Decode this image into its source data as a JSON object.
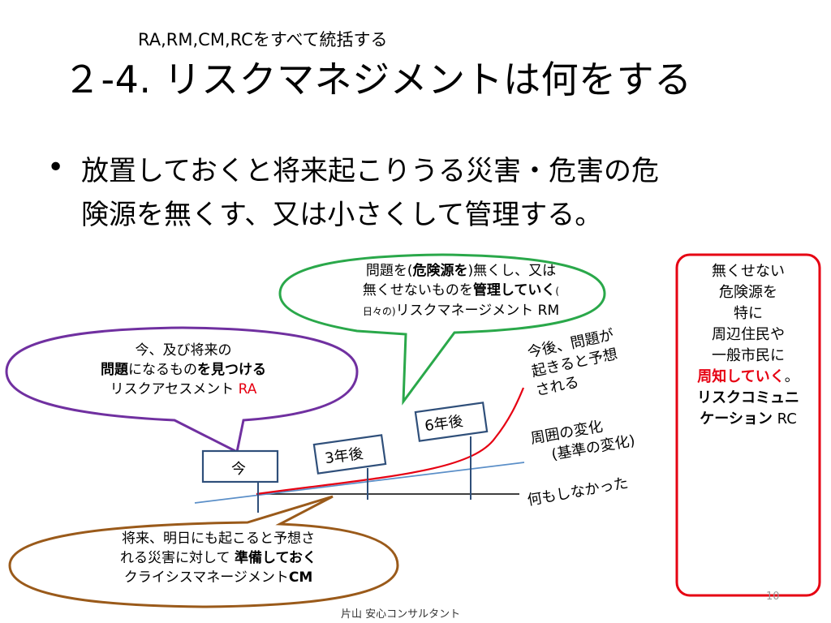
{
  "slide": {
    "subtitle": "RA,RM,CM,RCをすべて統括する",
    "title": "２-4. リスクマネジメントは何をする",
    "bullet": "•",
    "bullet_line1": "放置しておくと将来起こりうる災害・危害の危",
    "bullet_line2": "険源を無くす、又は小さくして管理する。"
  },
  "rm_bubble": {
    "line1_pre": "問題を(",
    "line1_bold": "危険源を",
    "line1_post": ")無くし、又は",
    "line2_pre": "無くせないものを",
    "line2_bold": "管理していく",
    "line2_small": "(",
    "line3_small": "日々の)",
    "line3_post": "リスクマネージメント RM",
    "border_color": "#2aa84a"
  },
  "ra_bubble": {
    "line1": "今、及び将来の",
    "line2_bold1": "問題",
    "line2_mid": "になるもの",
    "line2_bold2": "を見つける",
    "line3_pre": "リスクアセスメント ",
    "line3_red": "RA",
    "border_color": "#7030a0"
  },
  "cm_bubble": {
    "line1": "将来、明日にも起こると予想さ",
    "line2_pre": "れる災害に対して ",
    "line2_bold": "準備しておく",
    "line3_pre": "クライシスマネージメント",
    "line3_bold": "CM",
    "border_color": "#9a5a1a"
  },
  "rc_box": {
    "line1": "無くせない",
    "line2": "危険源を",
    "line3": "特に",
    "line4": "周辺住民や",
    "line5": "一般市民に",
    "line6_red": "周知していく",
    "line6_post": "。",
    "line7_bold": "リスクコミュニ",
    "line8_bold": "ケーション",
    "line8_post": " RC",
    "border_color": "#e60012"
  },
  "timeline": {
    "sign_now": "今",
    "sign_3y": "3年後",
    "sign_6y": "6年後",
    "forecast_line1": "今後、問題が",
    "forecast_line2": "起きると予想",
    "forecast_line3": "される",
    "env_line1": "周囲の変化",
    "env_line2": "(基準の変化)",
    "nothing": "何もしなかった",
    "risk_curve_color": "#e60012",
    "env_line_color": "#5b8fc8"
  },
  "footer": {
    "company": "片山 安心コンサルタント",
    "page": "10"
  }
}
